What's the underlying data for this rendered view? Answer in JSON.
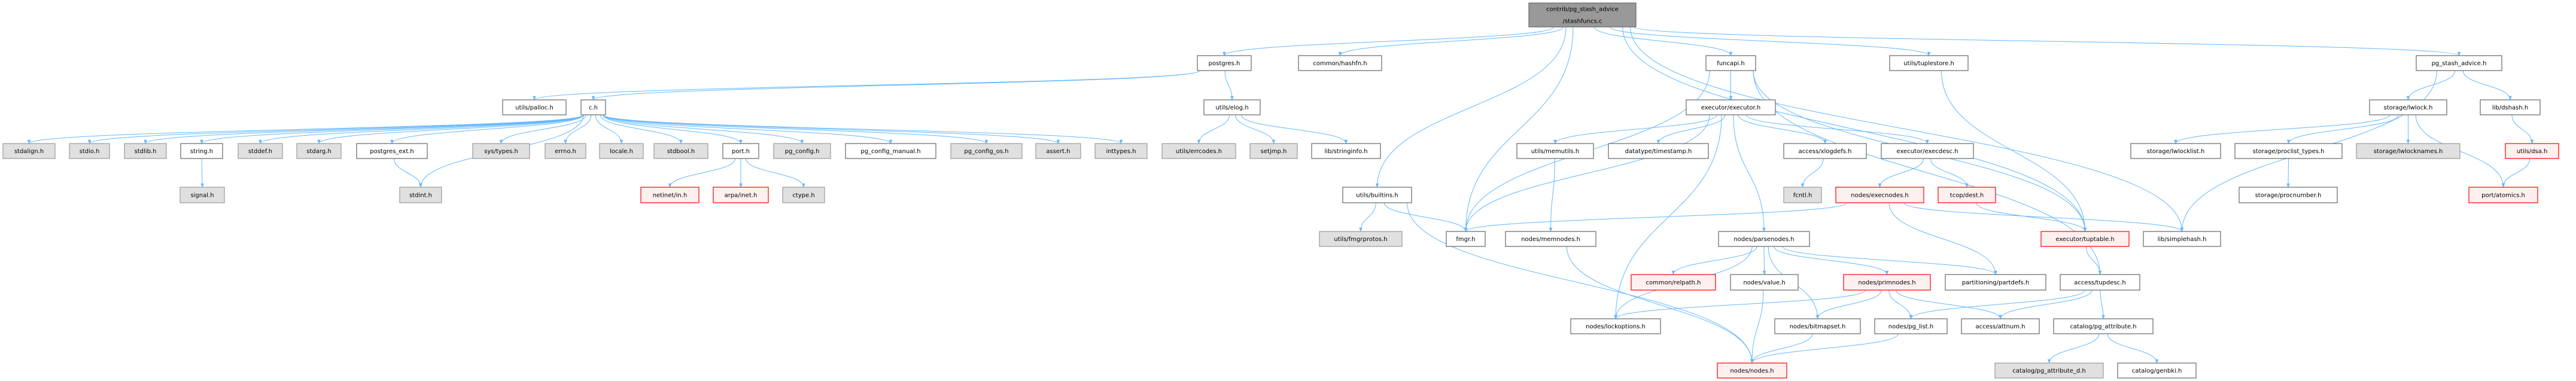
{
  "graph": {
    "title": "contrib/pg_stash_advice/stashfuncs.c",
    "colors": {
      "edge": "#63b8ff",
      "root_fill": "#999999",
      "gray_fill": "#e0e0e0",
      "red_fill": "#fff0f0",
      "red_border": "#ff0000"
    },
    "nodes": [
      {
        "id": "root",
        "lines": [
          "contrib/pg_stash_advice",
          "/stashfuncs.c"
        ],
        "kind": "root"
      },
      {
        "id": "postgres",
        "lines": [
          "postgres.h"
        ],
        "kind": "white"
      },
      {
        "id": "hashfn",
        "lines": [
          "common/hashfn.h"
        ],
        "kind": "white"
      },
      {
        "id": "funcapi",
        "lines": [
          "funcapi.h"
        ],
        "kind": "white"
      },
      {
        "id": "tuplestore",
        "lines": [
          "utils/tuplestore.h"
        ],
        "kind": "white"
      },
      {
        "id": "pgstash",
        "lines": [
          "pg_stash_advice.h"
        ],
        "kind": "white"
      },
      {
        "id": "palloc",
        "lines": [
          "utils/palloc.h"
        ],
        "kind": "white"
      },
      {
        "id": "ch",
        "lines": [
          "c.h"
        ],
        "kind": "white"
      },
      {
        "id": "elog",
        "lines": [
          "utils/elog.h"
        ],
        "kind": "white"
      },
      {
        "id": "executor",
        "lines": [
          "executor/executor.h"
        ],
        "kind": "white"
      },
      {
        "id": "lwlock",
        "lines": [
          "storage/lwlock.h"
        ],
        "kind": "white"
      },
      {
        "id": "dshash",
        "lines": [
          "lib/dshash.h"
        ],
        "kind": "white"
      },
      {
        "id": "stdalign",
        "lines": [
          "stdalign.h"
        ],
        "kind": "gray"
      },
      {
        "id": "stdio",
        "lines": [
          "stdio.h"
        ],
        "kind": "gray"
      },
      {
        "id": "stdlib",
        "lines": [
          "stdlib.h"
        ],
        "kind": "gray"
      },
      {
        "id": "string",
        "lines": [
          "string.h"
        ],
        "kind": "white"
      },
      {
        "id": "stddef",
        "lines": [
          "stddef.h"
        ],
        "kind": "gray"
      },
      {
        "id": "stdarg",
        "lines": [
          "stdarg.h"
        ],
        "kind": "gray"
      },
      {
        "id": "pgext",
        "lines": [
          "postgres_ext.h"
        ],
        "kind": "white"
      },
      {
        "id": "systypes",
        "lines": [
          "sys/types.h"
        ],
        "kind": "gray"
      },
      {
        "id": "errno",
        "lines": [
          "errno.h"
        ],
        "kind": "gray"
      },
      {
        "id": "locale",
        "lines": [
          "locale.h"
        ],
        "kind": "gray"
      },
      {
        "id": "stdbool",
        "lines": [
          "stdbool.h"
        ],
        "kind": "gray"
      },
      {
        "id": "port",
        "lines": [
          "port.h"
        ],
        "kind": "white"
      },
      {
        "id": "pgconfig",
        "lines": [
          "pg_config.h"
        ],
        "kind": "gray"
      },
      {
        "id": "pgconfman",
        "lines": [
          "pg_config_manual.h"
        ],
        "kind": "white"
      },
      {
        "id": "pgconfos",
        "lines": [
          "pg_config_os.h"
        ],
        "kind": "gray"
      },
      {
        "id": "assert",
        "lines": [
          "assert.h"
        ],
        "kind": "gray"
      },
      {
        "id": "inttypes",
        "lines": [
          "inttypes.h"
        ],
        "kind": "gray"
      },
      {
        "id": "errcodes",
        "lines": [
          "utils/errcodes.h"
        ],
        "kind": "gray"
      },
      {
        "id": "setjmp",
        "lines": [
          "setjmp.h"
        ],
        "kind": "gray"
      },
      {
        "id": "stringinfo",
        "lines": [
          "lib/stringinfo.h"
        ],
        "kind": "white"
      },
      {
        "id": "memutils",
        "lines": [
          "utils/memutils.h"
        ],
        "kind": "white"
      },
      {
        "id": "timestamp",
        "lines": [
          "datatype/timestamp.h"
        ],
        "kind": "white"
      },
      {
        "id": "xlogdefs",
        "lines": [
          "access/xlogdefs.h"
        ],
        "kind": "white"
      },
      {
        "id": "execdesc",
        "lines": [
          "executor/execdesc.h"
        ],
        "kind": "white"
      },
      {
        "id": "lwlocklist",
        "lines": [
          "storage/lwlocklist.h"
        ],
        "kind": "white"
      },
      {
        "id": "proclist",
        "lines": [
          "storage/proclist_types.h"
        ],
        "kind": "white"
      },
      {
        "id": "lwlocknames",
        "lines": [
          "storage/lwlocknames.h"
        ],
        "kind": "gray"
      },
      {
        "id": "dsa",
        "lines": [
          "utils/dsa.h"
        ],
        "kind": "red"
      },
      {
        "id": "signal",
        "lines": [
          "signal.h"
        ],
        "kind": "gray"
      },
      {
        "id": "stdint",
        "lines": [
          "stdint.h"
        ],
        "kind": "gray"
      },
      {
        "id": "netinet",
        "lines": [
          "netinet/in.h"
        ],
        "kind": "red"
      },
      {
        "id": "arpa",
        "lines": [
          "arpa/inet.h"
        ],
        "kind": "red"
      },
      {
        "id": "ctype",
        "lines": [
          "ctype.h"
        ],
        "kind": "gray"
      },
      {
        "id": "builtins",
        "lines": [
          "utils/builtins.h"
        ],
        "kind": "white"
      },
      {
        "id": "fcntl",
        "lines": [
          "fcntl.h"
        ],
        "kind": "gray"
      },
      {
        "id": "execnodes",
        "lines": [
          "nodes/execnodes.h"
        ],
        "kind": "red"
      },
      {
        "id": "dest",
        "lines": [
          "tcop/dest.h"
        ],
        "kind": "red"
      },
      {
        "id": "procnumber",
        "lines": [
          "storage/procnumber.h"
        ],
        "kind": "white"
      },
      {
        "id": "atomics",
        "lines": [
          "port/atomics.h"
        ],
        "kind": "red"
      },
      {
        "id": "fmgrprotos",
        "lines": [
          "utils/fmgrprotos.h"
        ],
        "kind": "gray"
      },
      {
        "id": "fmgr",
        "lines": [
          "fmgr.h"
        ],
        "kind": "white"
      },
      {
        "id": "memnodes",
        "lines": [
          "nodes/memnodes.h"
        ],
        "kind": "white"
      },
      {
        "id": "parsenodes",
        "lines": [
          "nodes/parsenodes.h"
        ],
        "kind": "white"
      },
      {
        "id": "tuptable",
        "lines": [
          "executor/tuptable.h"
        ],
        "kind": "red"
      },
      {
        "id": "simplehash",
        "lines": [
          "lib/simplehash.h"
        ],
        "kind": "white"
      },
      {
        "id": "relpath",
        "lines": [
          "common/relpath.h"
        ],
        "kind": "red"
      },
      {
        "id": "value",
        "lines": [
          "nodes/value.h"
        ],
        "kind": "white"
      },
      {
        "id": "primnodes",
        "lines": [
          "nodes/primnodes.h"
        ],
        "kind": "red"
      },
      {
        "id": "partdefs",
        "lines": [
          "partitioning/partdefs.h"
        ],
        "kind": "white"
      },
      {
        "id": "tupdesc",
        "lines": [
          "access/tupdesc.h"
        ],
        "kind": "white"
      },
      {
        "id": "lockoptions",
        "lines": [
          "nodes/lockoptions.h"
        ],
        "kind": "white"
      },
      {
        "id": "bitmapset",
        "lines": [
          "nodes/bitmapset.h"
        ],
        "kind": "white"
      },
      {
        "id": "pglist",
        "lines": [
          "nodes/pg_list.h"
        ],
        "kind": "white"
      },
      {
        "id": "attnum",
        "lines": [
          "access/attnum.h"
        ],
        "kind": "white"
      },
      {
        "id": "pgattr",
        "lines": [
          "catalog/pg_attribute.h"
        ],
        "kind": "white"
      },
      {
        "id": "nodes",
        "lines": [
          "nodes/nodes.h"
        ],
        "kind": "red"
      },
      {
        "id": "pgattrd",
        "lines": [
          "catalog/pg_attribute_d.h"
        ],
        "kind": "gray"
      },
      {
        "id": "genbki",
        "lines": [
          "catalog/genbki.h"
        ],
        "kind": "white"
      }
    ],
    "edges": [
      [
        "root",
        "postgres"
      ],
      [
        "root",
        "hashfn"
      ],
      [
        "root",
        "funcapi"
      ],
      [
        "root",
        "tuplestore"
      ],
      [
        "root",
        "pgstash"
      ],
      [
        "root",
        "builtins"
      ],
      [
        "root",
        "fmgr"
      ],
      [
        "root",
        "tuptable"
      ],
      [
        "root",
        "simplehash"
      ],
      [
        "postgres",
        "palloc"
      ],
      [
        "postgres",
        "ch"
      ],
      [
        "postgres",
        "elog"
      ],
      [
        "ch",
        "stdalign"
      ],
      [
        "ch",
        "stdio"
      ],
      [
        "ch",
        "stdlib"
      ],
      [
        "ch",
        "string"
      ],
      [
        "ch",
        "stddef"
      ],
      [
        "ch",
        "stdarg"
      ],
      [
        "ch",
        "pgext"
      ],
      [
        "ch",
        "stdint"
      ],
      [
        "ch",
        "systypes"
      ],
      [
        "ch",
        "errno"
      ],
      [
        "ch",
        "locale"
      ],
      [
        "ch",
        "stdbool"
      ],
      [
        "ch",
        "port"
      ],
      [
        "ch",
        "pgconfig"
      ],
      [
        "ch",
        "pgconfman"
      ],
      [
        "ch",
        "pgconfos"
      ],
      [
        "ch",
        "assert"
      ],
      [
        "ch",
        "inttypes"
      ],
      [
        "string",
        "signal"
      ],
      [
        "pgext",
        "stdint"
      ],
      [
        "port",
        "netinet"
      ],
      [
        "port",
        "arpa"
      ],
      [
        "port",
        "ctype"
      ],
      [
        "elog",
        "errcodes"
      ],
      [
        "elog",
        "setjmp"
      ],
      [
        "elog",
        "stringinfo"
      ],
      [
        "funcapi",
        "executor"
      ],
      [
        "funcapi",
        "fmgr"
      ],
      [
        "funcapi",
        "tupdesc"
      ],
      [
        "funcapi",
        "tuptable"
      ],
      [
        "tuplestore",
        "tuptable"
      ],
      [
        "executor",
        "fmgr"
      ],
      [
        "executor",
        "memutils"
      ],
      [
        "executor",
        "timestamp"
      ],
      [
        "executor",
        "xlogdefs"
      ],
      [
        "executor",
        "execdesc"
      ],
      [
        "executor",
        "lockoptions"
      ],
      [
        "executor",
        "parsenodes"
      ],
      [
        "memutils",
        "memnodes"
      ],
      [
        "xlogdefs",
        "fcntl"
      ],
      [
        "execdesc",
        "execnodes"
      ],
      [
        "execdesc",
        "dest"
      ],
      [
        "execnodes",
        "fmgr"
      ],
      [
        "execnodes",
        "simplehash"
      ],
      [
        "execnodes",
        "partdefs"
      ],
      [
        "dest",
        "tuptable"
      ],
      [
        "builtins",
        "fmgrprotos"
      ],
      [
        "builtins",
        "fmgr"
      ],
      [
        "builtins",
        "nodes"
      ],
      [
        "memnodes",
        "nodes"
      ],
      [
        "parsenodes",
        "lockoptions"
      ],
      [
        "parsenodes",
        "relpath"
      ],
      [
        "parsenodes",
        "value"
      ],
      [
        "parsenodes",
        "bitmapset"
      ],
      [
        "parsenodes",
        "primnodes"
      ],
      [
        "parsenodes",
        "partdefs"
      ],
      [
        "value",
        "nodes"
      ],
      [
        "primnodes",
        "lockoptions"
      ],
      [
        "primnodes",
        "bitmapset"
      ],
      [
        "primnodes",
        "pglist"
      ],
      [
        "primnodes",
        "attnum"
      ],
      [
        "bitmapset",
        "nodes"
      ],
      [
        "pglist",
        "nodes"
      ],
      [
        "tuptable",
        "tupdesc"
      ],
      [
        "tupdesc",
        "attnum"
      ],
      [
        "tupdesc",
        "pglist"
      ],
      [
        "tupdesc",
        "pgattr"
      ],
      [
        "pgattr",
        "pgattrd"
      ],
      [
        "pgattr",
        "genbki"
      ],
      [
        "pgstash",
        "lwlock"
      ],
      [
        "pgstash",
        "dshash"
      ],
      [
        "pgstash",
        "simplehash"
      ],
      [
        "lwlock",
        "lwlocklist"
      ],
      [
        "lwlock",
        "proclist"
      ],
      [
        "lwlock",
        "lwlocknames"
      ],
      [
        "lwlock",
        "atomics"
      ],
      [
        "dshash",
        "dsa"
      ],
      [
        "dsa",
        "atomics"
      ],
      [
        "proclist",
        "procnumber"
      ]
    ]
  }
}
